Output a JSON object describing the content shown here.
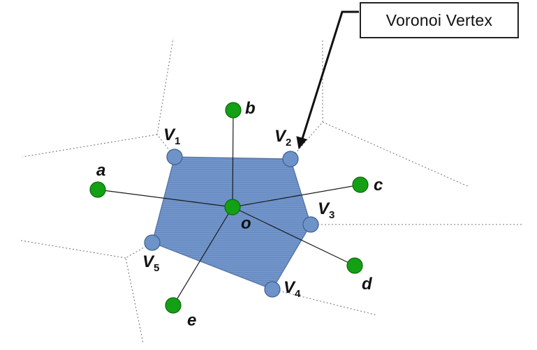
{
  "callout": {
    "text": "Voronoi Vertex"
  },
  "sites": {
    "center": "o",
    "a": "a",
    "b": "b",
    "c": "c",
    "d": "d",
    "e": "e"
  },
  "vertices": {
    "v1": {
      "letter": "V",
      "sub": "1"
    },
    "v2": {
      "letter": "V",
      "sub": "2"
    },
    "v3": {
      "letter": "V",
      "sub": "3"
    },
    "v4": {
      "letter": "V",
      "sub": "4"
    },
    "v5": {
      "letter": "V",
      "sub": "5"
    }
  },
  "colors": {
    "cell_fill": "#6f93c9",
    "vertex_fill": "#6d93c9",
    "site_fill": "#14a014",
    "dotted_edge": "#777777"
  }
}
